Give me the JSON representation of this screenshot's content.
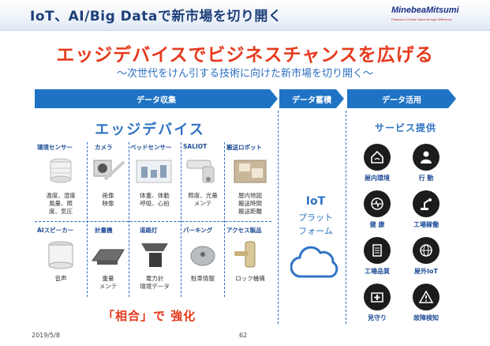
{
  "slide": {
    "title": "IoT、AI/Big Dataで新市場を切り開く",
    "logo": "MinebeaMitsumi",
    "logo_tagline": "Passion to Create Value through Difference",
    "headline": "エッジデバイスでビジネスチャンスを広げる",
    "subheadline": "～次世代をけん引する技術に向けた新市場を切り開く～"
  },
  "flow_bands": {
    "collect": "データ収集",
    "store": "データ蓄積",
    "use": "データ活用"
  },
  "edge": {
    "title": "エッジデバイス",
    "devices": [
      {
        "name": "環境センサー",
        "desc": "温度、湿度\n風量、照\n度、気圧"
      },
      {
        "name": "カメラ",
        "desc": "画像\n映像"
      },
      {
        "name": "ベッドセンサー",
        "desc": "体重、体動\n呼吸、心拍"
      },
      {
        "name": "SALIOT",
        "desc": "照度、光量\nメンテ"
      },
      {
        "name": "搬送ロボット",
        "desc": "屋内地図\n搬送時間\n搬送距離"
      },
      {
        "name": "AIスピーカー",
        "desc": "音声"
      },
      {
        "name": "計量機",
        "desc": "重量\nメンテ"
      },
      {
        "name": "道路灯",
        "desc": "電力計\n環境データ"
      },
      {
        "name": "パーキング",
        "desc": "駐車情報"
      },
      {
        "name": "アクセス製品",
        "desc": "ロック機構"
      }
    ],
    "note": "「相合」で 強化"
  },
  "platform": {
    "title": "IoT",
    "line1": "プラット",
    "line2": "フォーム"
  },
  "services": {
    "title": "サービス提供",
    "items": [
      {
        "label": "屋内環境",
        "icon": "house-wifi-icon"
      },
      {
        "label": "行 動",
        "icon": "person-icon"
      },
      {
        "label": "健 康",
        "icon": "health-monitor-icon"
      },
      {
        "label": "工場稼働",
        "icon": "robot-arm-icon"
      },
      {
        "label": "工場品質",
        "icon": "clipboard-icon"
      },
      {
        "label": "屋外IoT",
        "icon": "globe-icon"
      },
      {
        "label": "見守り",
        "icon": "first-aid-icon"
      },
      {
        "label": "故障検知",
        "icon": "alert-icon"
      }
    ]
  },
  "footer": {
    "date": "2019/5/8",
    "page": "62"
  },
  "colors": {
    "band": "#1f73c4",
    "headline": "#e53a1e",
    "accent": "#2f73c4",
    "title": "#1e3f7a"
  }
}
